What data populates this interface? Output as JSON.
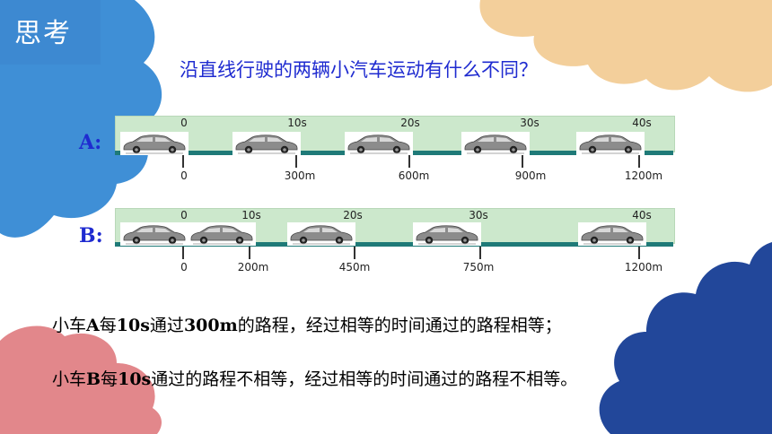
{
  "header": {
    "title": "思考"
  },
  "question": "沿直线行驶的两辆小汽车运动有什么不同？",
  "rows": [
    {
      "label": "A:",
      "time_labels": [
        "0",
        "10s",
        "20s",
        "30s",
        "40s"
      ],
      "distance_labels": [
        "0",
        "300m",
        "600m",
        "900m",
        "1200m"
      ]
    },
    {
      "label": "B:",
      "time_labels": [
        "0",
        "10s",
        "20s",
        "30s",
        "40s"
      ],
      "distance_labels": [
        "0",
        "200m",
        "450m",
        "750m",
        "1200m"
      ]
    }
  ],
  "conclusions": {
    "a_prefix": "小车",
    "a_bold": "A",
    "a_mid1": "每",
    "a_bold2": "10s",
    "a_mid2": "通过",
    "a_bold3": "300m",
    "a_suffix": "的路程，经过相等的时间通过的路程相等；",
    "b_prefix": "小车",
    "b_bold": "B",
    "b_mid1": "每",
    "b_bold2": "10s",
    "b_suffix": "通过的路程不相等，经过相等的时间通过的路程不相等。"
  },
  "colors": {
    "accent_blue": "#1f2bd0",
    "track_green": "#cce8cc",
    "rail_teal": "#1f7a78",
    "blob_blue": "#3f8fd6",
    "blob_peach": "#f3cf9b",
    "blob_pink": "#e2878b",
    "blob_navy": "#22479a"
  }
}
